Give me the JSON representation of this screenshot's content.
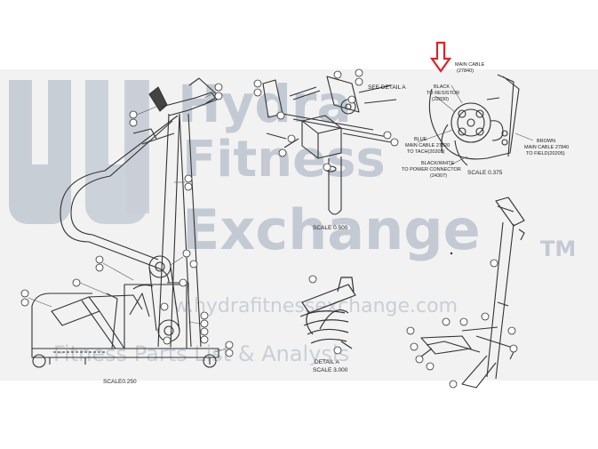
{
  "watermark": {
    "line1": "Hydra",
    "line2": "Fitness",
    "line3": "Exchange",
    "tm": "TM",
    "url": "w.hydrafitnessexchange.com",
    "parts": "Fitness Parts List & Analysis"
  },
  "labels": {
    "scale_main": "SCALE0.250",
    "scale_mid": "SCALE   0.500",
    "see_detail": "SEE DETAIL  A",
    "detail_a": "DETAIL  A",
    "detail_scale": "SCALE  3.000",
    "scale_right": "SCALE  0.375"
  },
  "callouts": {
    "main_cable_1": "MAIN CABLE",
    "main_cable_1_pn": "(27840)",
    "black_resistor_1": "BLACK",
    "black_resistor_2": "TO RESISTOR",
    "black_resistor_3": "(22830)",
    "blue_1": "BLUE",
    "blue_2": "MAIN CABLE 27820",
    "blue_3": "TO TACH(20205)",
    "black_white_1": "BLACK/WHITE",
    "black_white_2": "TO POWER CONNECTOR",
    "black_white_3": "(24307)",
    "brown_1": "BROWN",
    "brown_2": "MAIN CABLE 27840",
    "brown_3": "TO FIELD(20205)"
  },
  "colors": {
    "arrow": "#d8252a",
    "line": "#333333",
    "watermark": "#c3cad3"
  },
  "icons": {
    "arrow": "red-down-arrow-icon"
  }
}
